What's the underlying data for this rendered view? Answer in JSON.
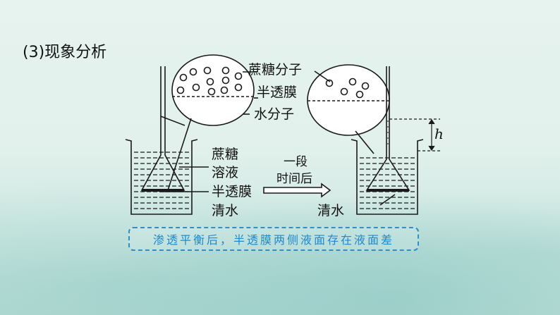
{
  "heading": "(3)现象分析",
  "labels": {
    "sucrose_molecule": "蔗糖分子",
    "semipermeable_membrane_top": "半透膜",
    "water_molecule": "水分子",
    "sucrose_line1": "蔗糖",
    "sucrose_line2": "溶液",
    "semipermeable_membrane": "半透膜",
    "clear_water_left": "清水",
    "clear_water_right": "清水",
    "arrow_line1": "一段",
    "arrow_line2": "时间后",
    "height_symbol": "h"
  },
  "caption": "渗透平衡后，半透膜两侧液面存在液面差",
  "colors": {
    "line": "#1a1a1a",
    "caption": "#1a8ad1",
    "caption_border": "#2f8fc6"
  }
}
